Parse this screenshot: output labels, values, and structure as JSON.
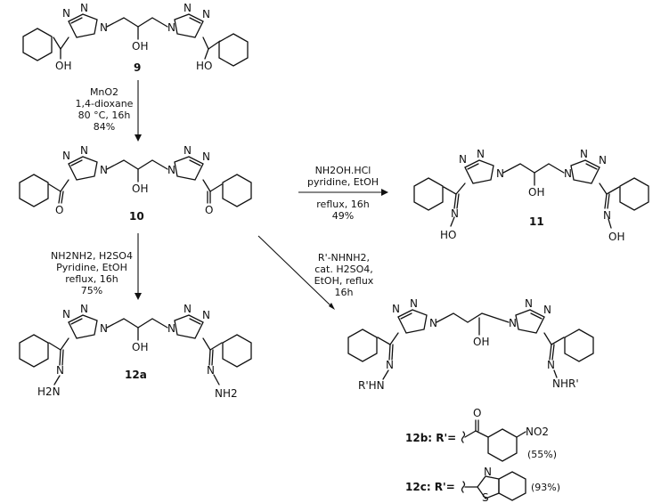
{
  "compounds": {
    "c9": "9",
    "c10": "10",
    "c11": "11",
    "c12a": "12a",
    "c12b": "12b: R'=",
    "c12c": "12c: R'="
  },
  "atoms": {
    "N": "N",
    "OH": "OH",
    "HO": "HO",
    "O": "O",
    "NH2": "NH2",
    "H2N": "H2N",
    "RHN": "R'HN",
    "NHR": "NHR'",
    "NO2": "NO2",
    "S": "S"
  },
  "conditions": {
    "step1": [
      "MnO2",
      "1,4-dioxane",
      "80 °C, 16h",
      "84%"
    ],
    "step2_above": [
      "NH2OH.HCl",
      "pyridine, EtOH"
    ],
    "step2_below": [
      "reflux, 16h",
      "49%"
    ],
    "step3": [
      "NH2NH2, H2SO4",
      "Pyridine, EtOH",
      "reflux, 16h",
      "75%"
    ],
    "step4": [
      "R'-NHNH2,",
      "cat. H2SO4,",
      "EtOH, reflux",
      "16h"
    ]
  },
  "yields": {
    "y12b": "(55%)",
    "y12c": "(93%)"
  }
}
